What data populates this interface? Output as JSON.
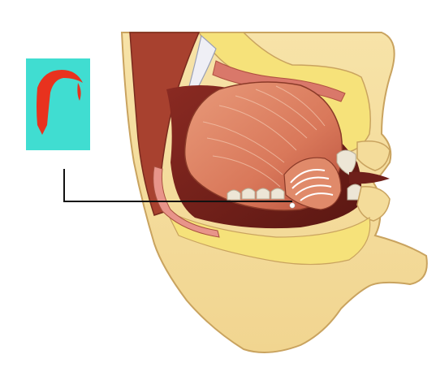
{
  "diagram": {
    "subject": "sagittal-section-mouth-tongue",
    "glyph": {
      "letter": "ر",
      "card_color": "#40DDD1",
      "glyph_color": "#E8321E"
    },
    "leader": {
      "color": "#111111",
      "target": "tongue-tip-dot"
    },
    "colors": {
      "skin": "#F4DC9A",
      "skin_outline": "#C9A35F",
      "bone_fat": "#F6E27A",
      "tongue": "#D9785A",
      "tongue_dark": "#B8503C",
      "cavity": "#6E1F1A",
      "teeth": "#EDE6D6"
    }
  }
}
